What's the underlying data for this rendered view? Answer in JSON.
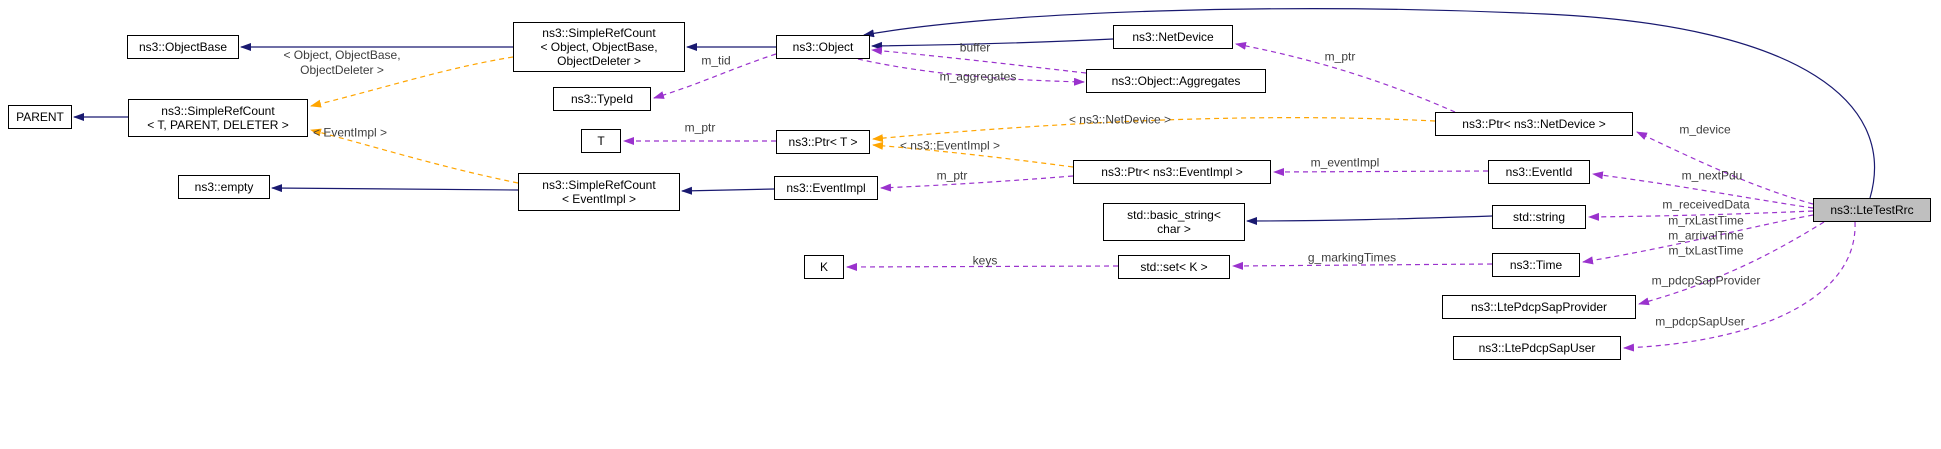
{
  "diagram": {
    "kind": "doxygen-collaboration-graph",
    "main_class": "ns3::LteTestRrc",
    "colors": {
      "inheritance_edge": "#191970",
      "usage_edge": "#9a32cd",
      "template_edge": "#ffa500",
      "node_background": "#ffffff",
      "main_node_background": "#bfbfbf",
      "node_border": "#000000"
    }
  },
  "nodes": {
    "objectbase": {
      "label": "ns3::ObjectBase"
    },
    "simplerefcount_object": {
      "label": "ns3::SimpleRefCount\n< Object, ObjectBase,\nObjectDeleter >"
    },
    "object": {
      "label": "ns3::Object"
    },
    "netdevice": {
      "label": "ns3::NetDevice"
    },
    "aggregates": {
      "label": "ns3::Object::Aggregates"
    },
    "typeid": {
      "label": "ns3::TypeId"
    },
    "parent": {
      "label": "PARENT"
    },
    "simplerefcount_t": {
      "label": "ns3::SimpleRefCount\n< T, PARENT, DELETER >"
    },
    "t": {
      "label": "T"
    },
    "ptr_t": {
      "label": "ns3::Ptr< T >"
    },
    "ptr_netdevice": {
      "label": "ns3::Ptr< ns3::NetDevice >"
    },
    "empty": {
      "label": "ns3::empty"
    },
    "simplerefcount_eventimpl": {
      "label": "ns3::SimpleRefCount\n< EventImpl >"
    },
    "eventimpl": {
      "label": "ns3::EventImpl"
    },
    "ptr_eventimpl": {
      "label": "ns3::Ptr< ns3::EventImpl >"
    },
    "eventid": {
      "label": "ns3::EventId"
    },
    "basic_string": {
      "label": "std::basic_string<\nchar >"
    },
    "string": {
      "label": "std::string"
    },
    "ltetestrrc": {
      "label": "ns3::LteTestRrc"
    },
    "k": {
      "label": "K"
    },
    "set_k": {
      "label": "std::set< K >"
    },
    "time": {
      "label": "ns3::Time"
    },
    "pdcp_provider": {
      "label": "ns3::LtePdcpSapProvider"
    },
    "pdcp_user": {
      "label": "ns3::LtePdcpSapUser"
    }
  },
  "edge_labels": {
    "tmpl_object": "< Object, ObjectBase,\nObjectDeleter >",
    "tmpl_eventimpl": "< EventImpl >",
    "tmpl_ptr_eventimpl": "< ns3::EventImpl >",
    "tmpl_ptr_netdevice": "< ns3::NetDevice >",
    "m_tid": "m_tid",
    "m_ptr_t": "m_ptr",
    "m_ptr_eventimpl": "m_ptr",
    "m_ptr_netdevice": "m_ptr",
    "buffer": "buffer",
    "m_aggregates": "m_aggregates",
    "m_eventImpl": "m_eventImpl",
    "m_device": "m_device",
    "m_nextPdu": "m_nextPdu",
    "m_receivedData": "m_receivedData",
    "time_members": "m_rxLastTime\nm_arrivalTime\nm_txLastTime",
    "g_markingTimes": "g_markingTimes",
    "keys": "keys",
    "m_pdcpSapProvider": "m_pdcpSapProvider",
    "m_pdcpSapUser": "m_pdcpSapUser"
  }
}
